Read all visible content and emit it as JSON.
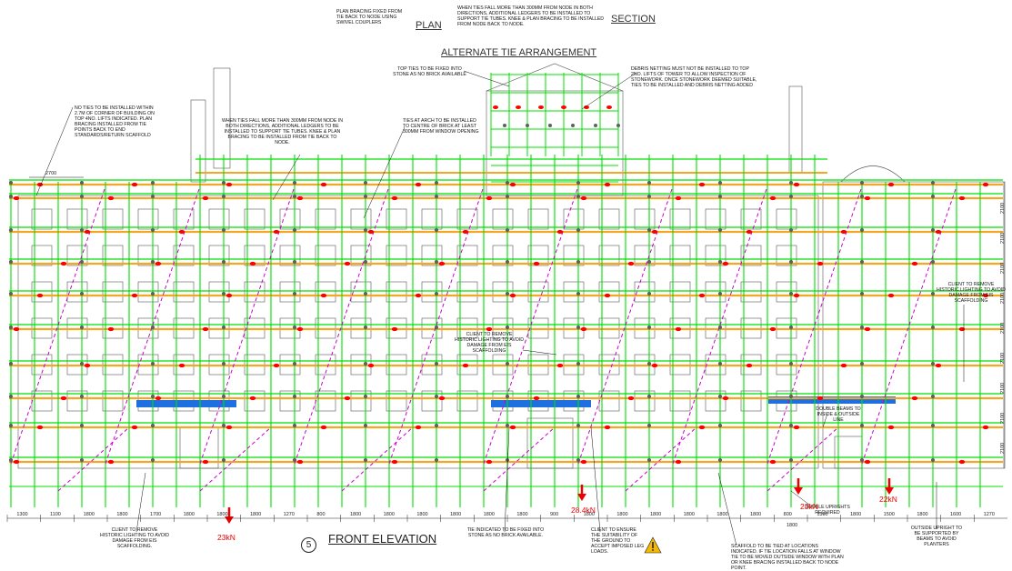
{
  "headers": {
    "plan_label": "PLAN",
    "section_label": "SECTION",
    "alternate_tie": "ALTERNATE TIE ARRANGEMENT",
    "front_elevation": "FRONT ELEVATION",
    "elevation_number": "5"
  },
  "notes": {
    "plan_bracing": "PLAN BRACING FIXED FROM TIE BACK TO NODE USING SWIVEL COUPLERS",
    "ties_fall_top": "WHEN TIES FALL MORE THAN 300mm FROM NODE IN BOTH DIRECTIONS, ADDITIONAL LEDGERS TO BE INSTALLED TO SUPPORT TIE TUBES. KNEE & PLAN BRACING TO BE INSTALLED FROM NODE BACK TO NODE.",
    "top_ties": "TOP TIES TO BE FIXED INTO STONE AS NO BRICK AVAILABLE",
    "debris_netting": "DEBRIS NETTING MUST NOT BE INSTALLED TO TOP 2No. LIFTS OF TOWER TO ALLOW INSPECTION OF STONEWORK. ONCE STONEWORK DEEMED SUITABLE, TIES TO BE INSTALLED AND DEBRIS NETTING ADDED",
    "no_ties": "NO TIES TO BE INSTALLED WITHIN 2.7m OF CORNER OF BUILDING ON TOP 4No. LIFTS INDICATED. PLAN BRACING INSTALLED FROM TIE POINTS BACK TO END STANDARDS/RETURN SCAFFOLD",
    "ties_fall_mid": "WHEN TIES FALL MORE THAN 300mm FROM NODE IN BOTH DIRECTIONS, ADDITIONAL LEDGERS TO BE INSTALLED TO SUPPORT TIE TUBES. KNEE & PLAN BRACING TO BE INSTALLED FROM TIE BACK TO NODE.",
    "ties_arch": "TIES AT ARCH TO BE INSTALLED TO CENTRE OF BRICK AT LEAST 300mm FROM WINDOW OPENING",
    "client_lighting_mid": "CLIENT TO REMOVE HISTORIC LIGHTING TO AVOID DAMAGE FROM EIS SCAFFOLDING",
    "client_lighting_right": "CLIENT TO REMOVE HISTORIC LIGHTING TO AVOID DAMAGE FROM EIS SCAFFOLDING",
    "double_beams": "DOUBLE BEAMS TO INSIDE & OUTSIDE LINE",
    "double_uprights": "DOUBLE UPRIGHTS REQUIRED",
    "client_lighting_left": "CLIENT TO REMOVE HISTORIC LIGHTING TO AVOID DAMAGE FROM EIS SCAFFOLDING.",
    "tie_stone": "TIE INDICATED TO BE FIXED INTO STONE AS NO BRICK AVAILABLE.",
    "client_ground": "CLIENT TO ENSURE THE SUITABILITY OF THE GROUND TO ACCEPT IMPOSED LEG LOADS.",
    "scaffold_tied": "SCAFFOLD TO BE TIED AT LOCATIONS INDICATED. IF TIE LOCATION FALLS AT WINDOW TIE TO BE MOVED OUTSIDE WINDOW WITH PLAN OR KNEE BRACING INSTALLED BACK TO NODE POINT.",
    "outside_upright": "OUTSIDE UPRIGHT TO BE SUPPORTED BY BEAMS TO AVOID PLANTERS"
  },
  "loads": {
    "left": "23kN",
    "mid": "28.4kN",
    "right_a": "23kN",
    "right_b": "22kN"
  },
  "dimensions": {
    "top_bay": "2700",
    "bays": [
      "1300",
      "1100",
      "1800",
      "1800",
      "1700",
      "1800",
      "1800",
      "1800",
      "1270",
      "800",
      "1800",
      "1800",
      "1800",
      "1800",
      "1800",
      "1800",
      "900",
      "1800",
      "1800",
      "1800",
      "1800",
      "1800",
      "1800",
      "800",
      "1300",
      "1800",
      "1500",
      "1800",
      "1600",
      "1270"
    ],
    "sub_bay": "1800",
    "lifts": [
      "2100",
      "2100",
      "2100",
      "2100",
      "2100",
      "2100",
      "2100",
      "2100",
      "2100"
    ]
  },
  "colors": {
    "scaffold_tube": "#00e000",
    "ledger": "#f5a623",
    "tie_point": "#ff0000",
    "node": "#606060",
    "bracing": "#cc00cc",
    "building": "#555555",
    "load_arrow": "#ee0000",
    "sign": "#1e6fe0"
  },
  "icons": {
    "warning": "warning-triangle-icon",
    "load_arrow": "down-arrow-icon"
  }
}
